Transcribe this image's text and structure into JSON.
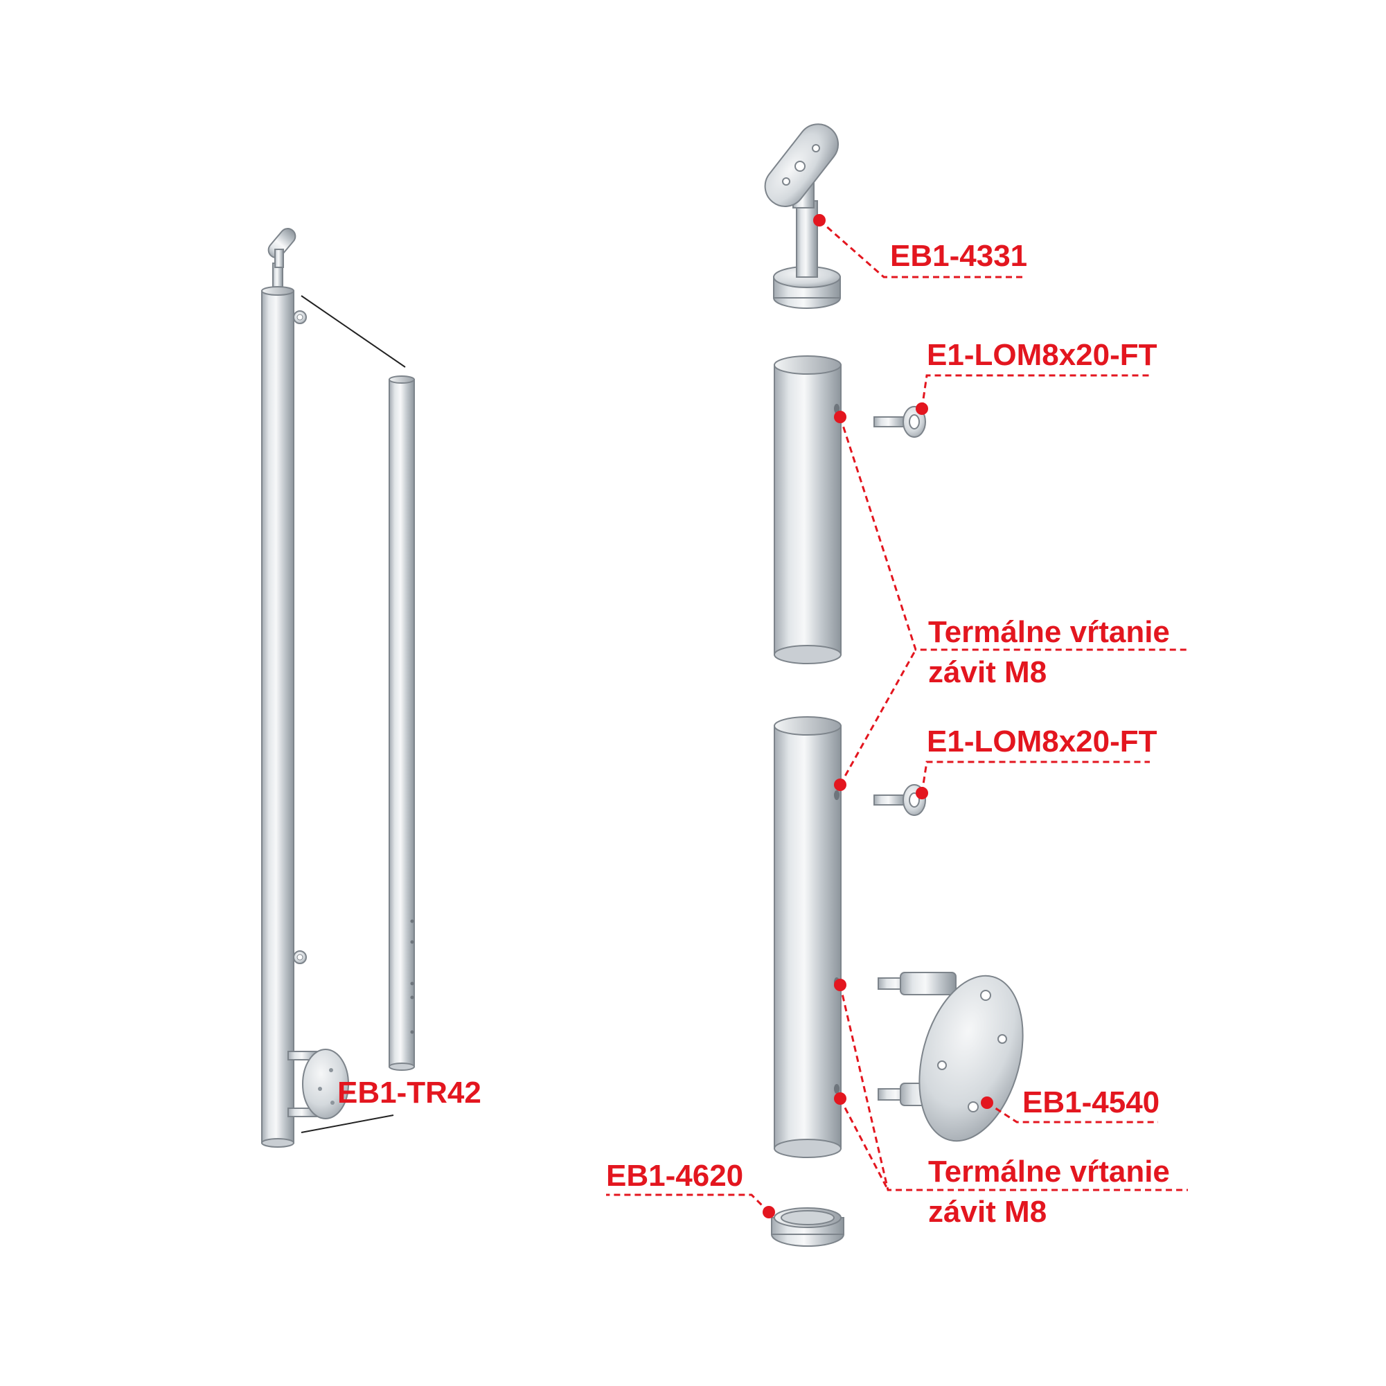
{
  "labels": {
    "post": "EB1-TR42",
    "handrail_holder": "EB1-4331",
    "eye_screw_top": "E1-LOM8x20-FT",
    "thermal_drilling_top_line1": "Termálne vŕtanie",
    "thermal_drilling_top_line2": "závit M8",
    "eye_screw_bottom": "E1-LOM8x20-FT",
    "wall_flange": "EB1-4540",
    "end_cap": "EB1-4620",
    "thermal_drilling_bottom_line1": "Termálne vŕtanie",
    "thermal_drilling_bottom_line2": "závit M8"
  },
  "colors": {
    "accent": "#e3161f",
    "steel_dark": "#9aa1a8",
    "steel_light": "#eef1f3",
    "outline": "#7d848b"
  }
}
